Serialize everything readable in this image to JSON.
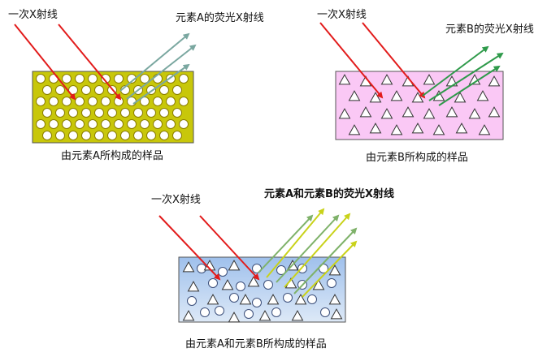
{
  "panels": {
    "a": {
      "primary_label": "一次X射线",
      "fluor_label": "元素A的荧光X射线",
      "caption": "由元素A所构成的样品",
      "sample_color": "#c8c70a",
      "particle": "circle"
    },
    "b": {
      "primary_label": "一次X射线",
      "fluor_label": "元素B的荧光X射线",
      "caption": "由元素B所构成的样品",
      "sample_color": "#fac8f5",
      "particle": "triangle"
    },
    "c": {
      "primary_label": "一次X射线",
      "fluor_label": "元素A和元素B的荧光X射线",
      "caption": "由元素A和元素B所构成的样品",
      "sample_color_top": "#9fc0ec",
      "sample_color_bottom": "#dde9f7",
      "particle": "mixed"
    }
  },
  "colors": {
    "primary_ray": "#e21b1b",
    "fluor_a_ray": "#7aa7a0",
    "fluor_b_ray": "#2e9a4a",
    "fluor_c_ray_1": "#7fb26a",
    "fluor_c_ray_2": "#c9d21a"
  }
}
